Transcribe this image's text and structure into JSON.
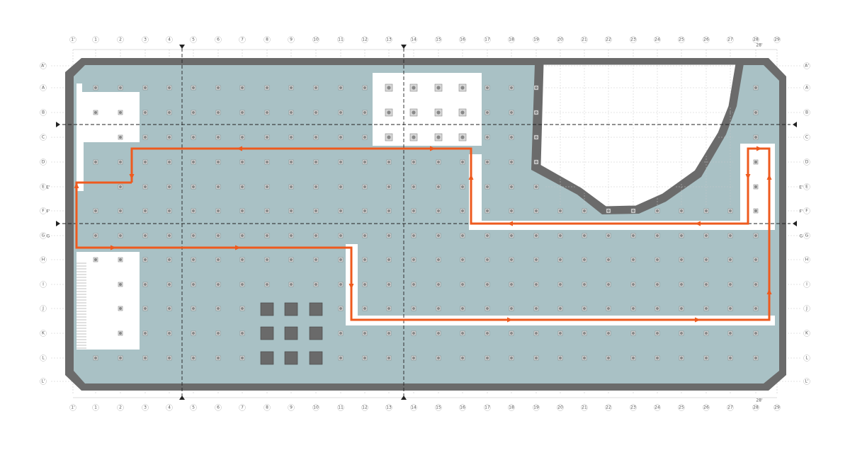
{
  "grid": {
    "columns": [
      "1'",
      "1",
      "2",
      "3",
      "4",
      "5",
      "6",
      "7",
      "8",
      "9",
      "10",
      "11",
      "12",
      "13",
      "14",
      "15",
      "16",
      "17",
      "18",
      "19",
      "20",
      "21",
      "22",
      "23",
      "24",
      "25",
      "26",
      "27",
      "28",
      "29"
    ],
    "column_extra": "28'",
    "rows": [
      "A'",
      "A",
      "B",
      "C",
      "D",
      "E",
      "F",
      "G",
      "H",
      "I",
      "J",
      "K",
      "L",
      "L'"
    ],
    "row_variants": {
      "E": "E'",
      "F": "F'",
      "G": "G"
    }
  },
  "colors": {
    "floor": "#a9c1c5",
    "wall": "#6b6b6b",
    "route": "#ee5a1e",
    "grid_line": "#c8c8c8",
    "column_fill": "#e6e6e6",
    "column_stroke": "#888888"
  },
  "elements": {
    "route": "evacuation-route",
    "section_marker": "triangle-marker-icon"
  }
}
